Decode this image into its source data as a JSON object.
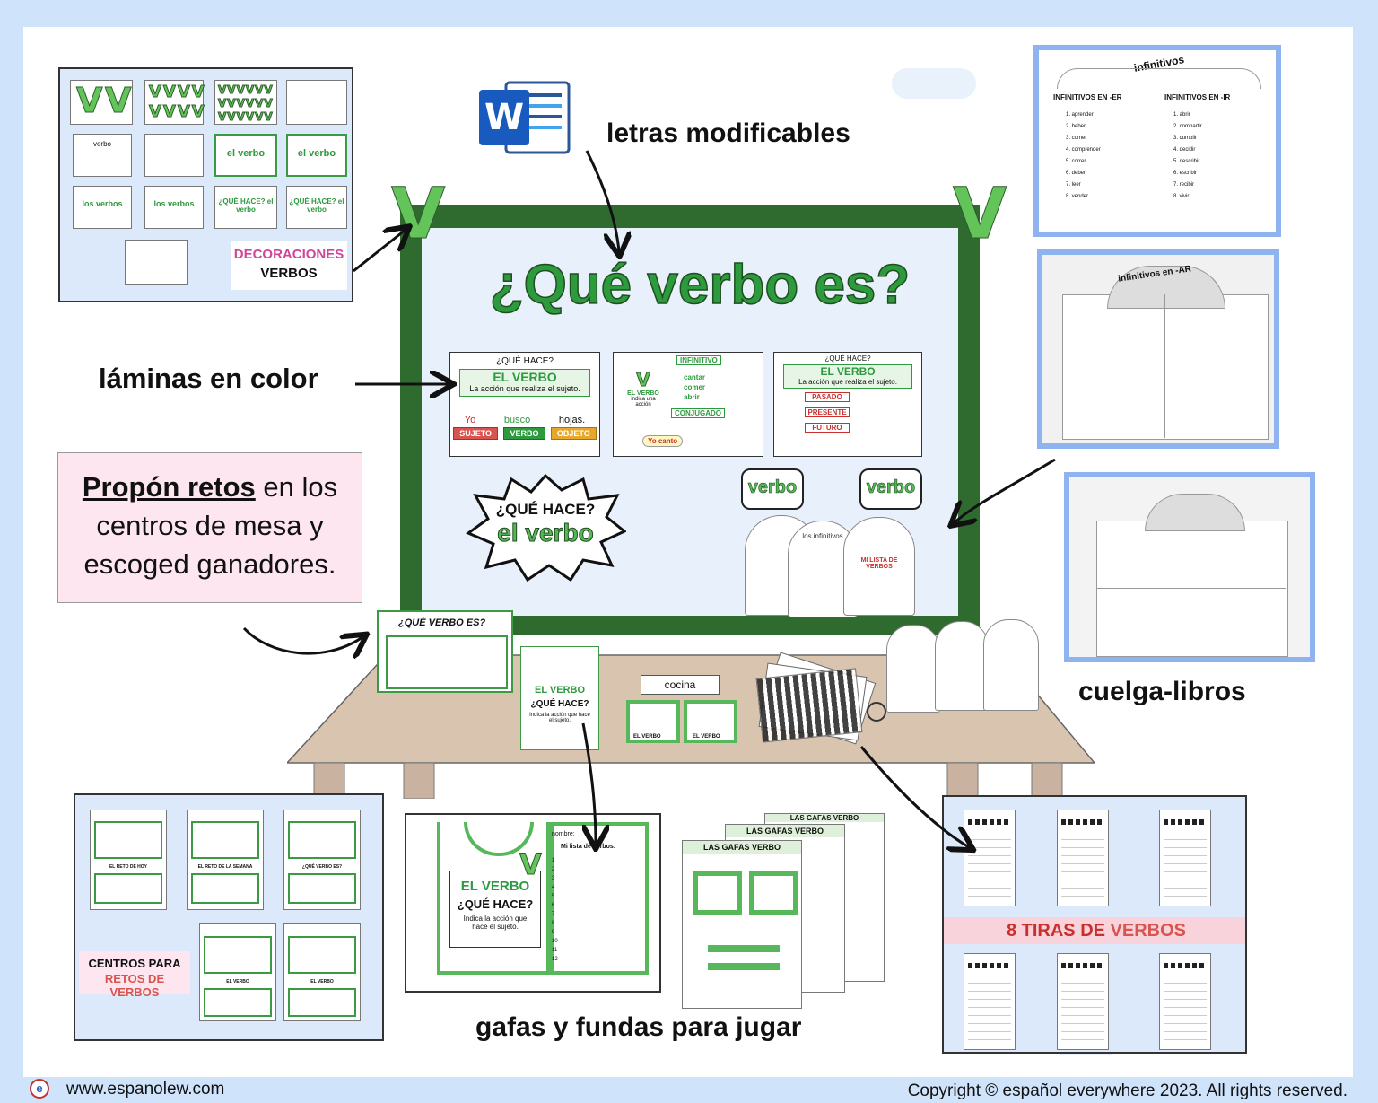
{
  "header": {
    "editable_fonts_label": "letras modificables"
  },
  "board": {
    "title": "¿Qué verbo es?",
    "card1": {
      "question": "¿QUÉ HACE?",
      "heading": "EL VERBO",
      "definition": "La acción que realiza el sujeto.",
      "words": [
        "Yo",
        "busco",
        "hojas."
      ],
      "tags": [
        "SUJETO",
        "VERBO",
        "OBJETO"
      ]
    },
    "card2": {
      "top": "INFINITIVO",
      "left": "EL VERBO",
      "left_sub": "indica una acción",
      "bottom": "CONJUGADO",
      "verbs": [
        "cantar",
        "comer",
        "abrir"
      ],
      "bubble": "Yo canto"
    },
    "card3": {
      "question": "¿QUÉ HACE?",
      "heading": "EL VERBO",
      "definition": "La acción que realiza el sujeto.",
      "tenses": [
        "PASADO",
        "PRESENTE",
        "FUTURO"
      ]
    },
    "burst": {
      "line1": "¿QUÉ HACE?",
      "line2": "el verbo"
    },
    "badges": [
      "verbo",
      "verbo"
    ],
    "booklet_texts": [
      "los infinitivos",
      "MI LISTA DE VERBOS"
    ]
  },
  "decorations": {
    "label_line1": "DECORACIONES",
    "label_line2": "VERBOS",
    "tiles": [
      "verbo",
      "el verbo",
      "el verbo",
      "los verbos",
      "los verbos",
      "¿QUÉ HACE? el verbo",
      "¿QUÉ HACE? el verbo"
    ]
  },
  "sections": {
    "color_sheets": "láminas en color",
    "challenge_bold": "Propón retos",
    "challenge_rest": " en los centros de mesa y escoged ganadores.",
    "hanger": "cuelga-libros",
    "games": "gafas y fundas para jugar",
    "strips": "8 TIRAS DE VERBOS",
    "strips_part1": "8 TIRAS DE ",
    "strips_part2": "VERBOS",
    "centers_line1": "CENTROS PARA",
    "centers_line2": "RETOS DE VERBOS"
  },
  "table_items": {
    "challenge_card": "¿QUÉ VERBO ES?",
    "sleeve_heading": "EL VERBO",
    "sleeve_question": "¿QUÉ HACE?",
    "sleeve_text": "Indica la acción que hace el sujeto.",
    "glasses_word": "cocina",
    "glasses_label_left": "EL VERBO",
    "glasses_label_right": "EL VERBO"
  },
  "infinitives": {
    "banner": "infinitivos",
    "col1": "INFINITIVOS EN -ER",
    "col2": "INFINITIVOS EN -IR",
    "items_er": [
      "1. aprender",
      "2. beber",
      "3. comer",
      "4. comprender",
      "5. correr",
      "6. deber",
      "7. leer",
      "8. vender"
    ],
    "items_ir": [
      "1. abrir",
      "2. compartir",
      "3. cumplir",
      "4. decidir",
      "5. describir",
      "6. escribir",
      "7. recibir",
      "8. vivir"
    ],
    "banner_ar": "infinitivos en -AR"
  },
  "centers": {
    "cards": [
      "EL RETO DE HOY",
      "EL RETO DE LA SEMANA",
      "¿QUÉ VERBO ES?",
      "EL VERBO",
      "EL VERBO"
    ]
  },
  "sleeve_large": {
    "heading": "EL VERBO",
    "question": "¿QUÉ HACE?",
    "text": "Indica la acción que hace el sujeto.",
    "name_label": "nombre:",
    "list_label": "Mi lista de verbos:",
    "numbers": [
      "1",
      "2",
      "3",
      "4",
      "5",
      "6",
      "7",
      "8",
      "9",
      "10",
      "11",
      "12"
    ]
  },
  "glasses_sheets": {
    "titles": [
      "LAS GAFAS VERBO",
      "LAS GAFAS VERBO",
      "LAS GAFAS VERBO"
    ]
  },
  "footer": {
    "logo": "e",
    "website": "www.espanolew.com",
    "copyright": "Copyright © español everywhere 2023. All rights reserved."
  },
  "colors": {
    "background": "#cfe3fb",
    "board_frame": "#2f6b2f",
    "accent_green": "#2d9a3e",
    "accent_pink": "#d2449a",
    "accent_red": "#c9302c"
  }
}
